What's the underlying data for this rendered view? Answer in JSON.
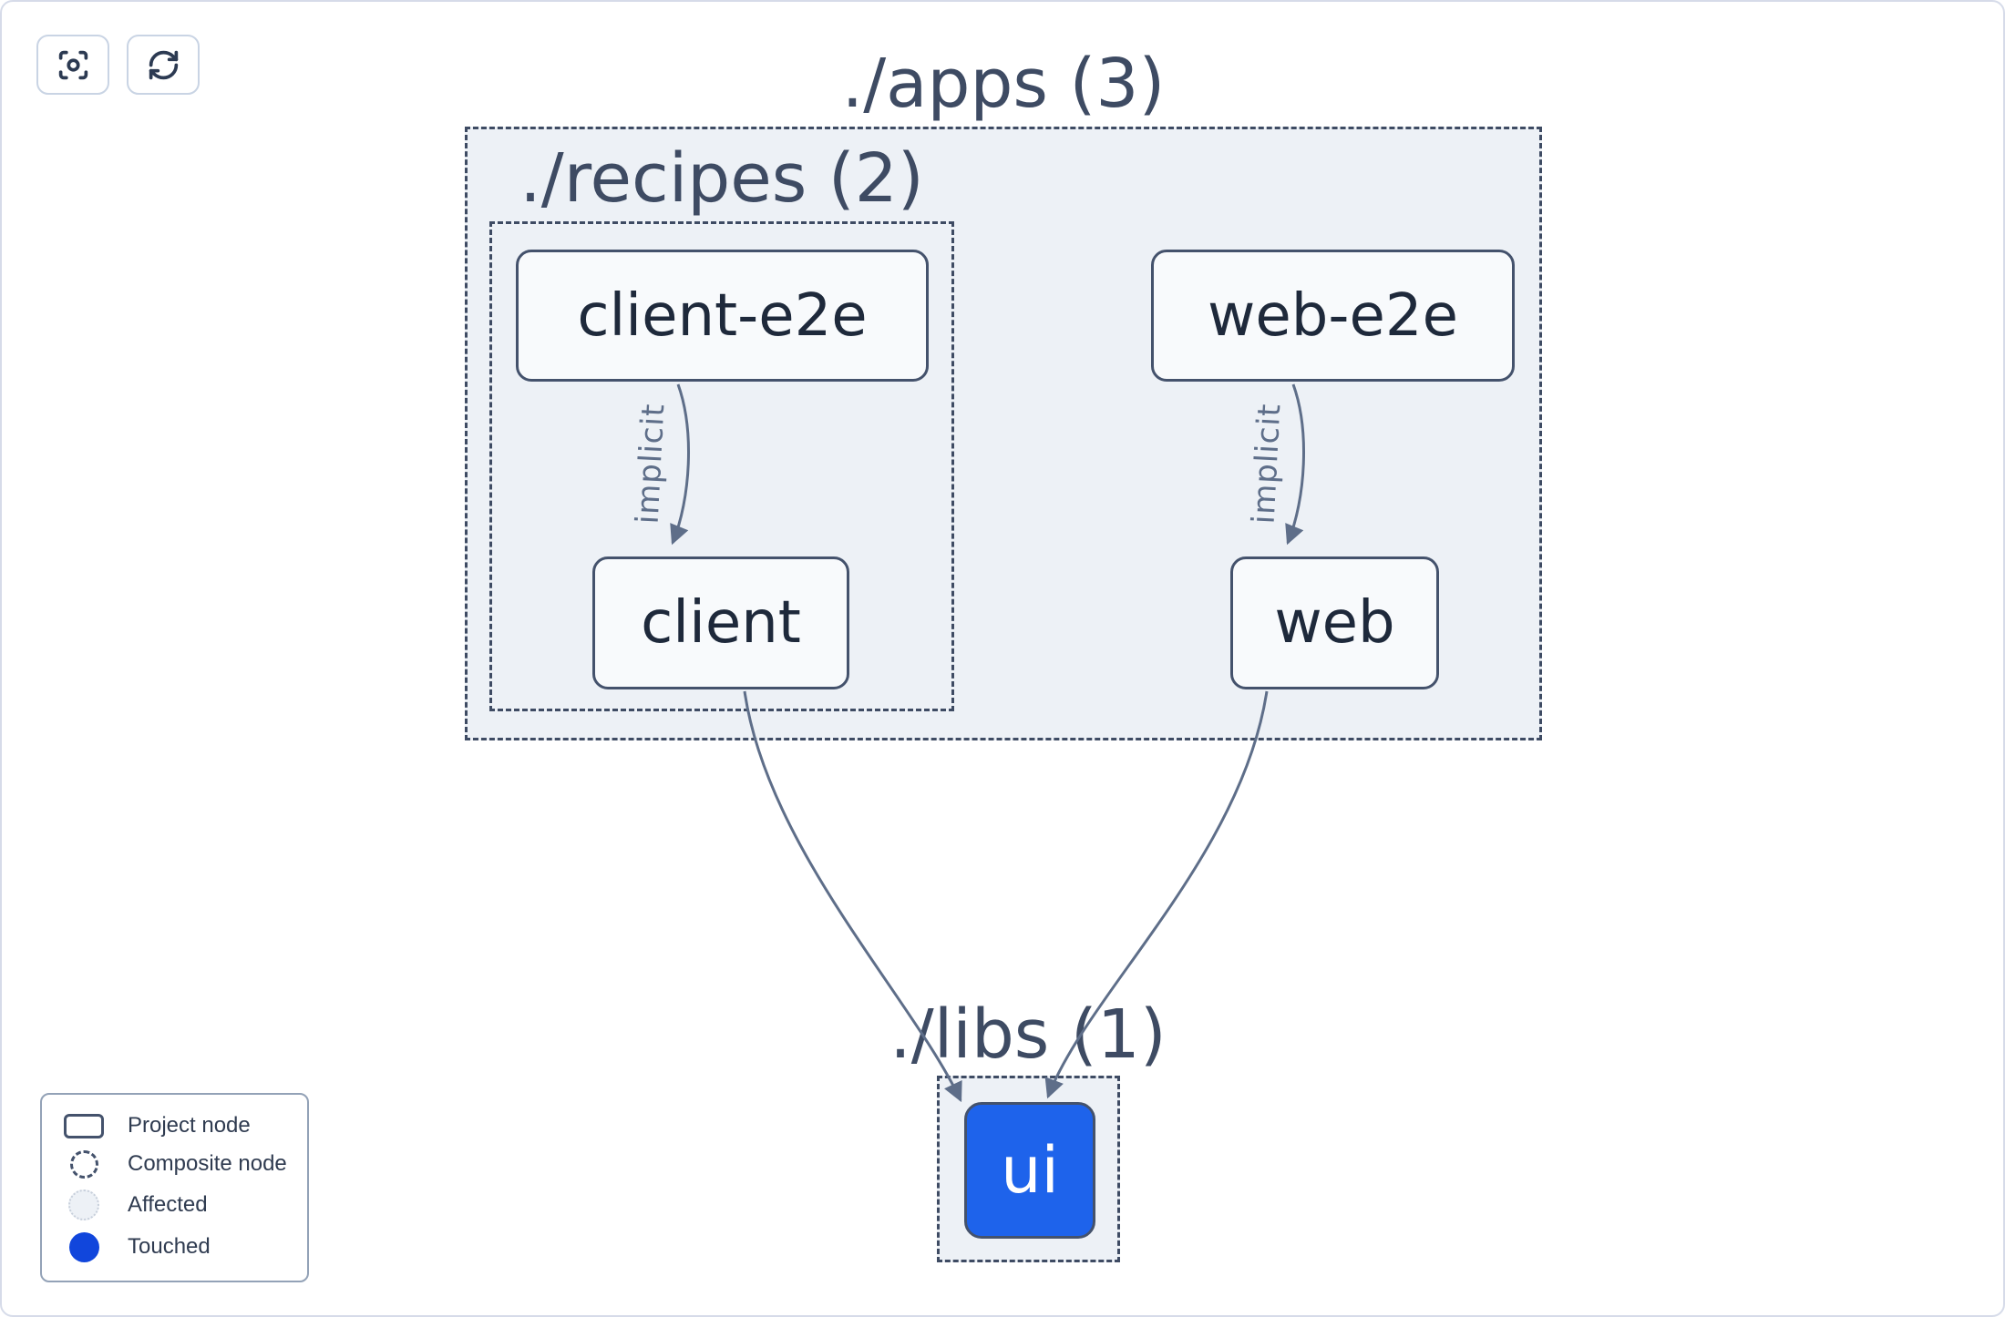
{
  "toolbar": {
    "buttons": [
      {
        "icon": "focus-icon",
        "action": "center-graph"
      },
      {
        "icon": "refresh-icon",
        "action": "refresh-graph"
      }
    ]
  },
  "graph": {
    "groups": [
      {
        "id": "apps",
        "label": "./apps (3)"
      },
      {
        "id": "recipes",
        "label": "./recipes (2)"
      },
      {
        "id": "libs",
        "label": "./libs (1)"
      }
    ],
    "nodes": [
      {
        "id": "client-e2e",
        "label": "client-e2e",
        "state": "default"
      },
      {
        "id": "web-e2e",
        "label": "web-e2e",
        "state": "default"
      },
      {
        "id": "client",
        "label": "client",
        "state": "default"
      },
      {
        "id": "web",
        "label": "web",
        "state": "default"
      },
      {
        "id": "ui",
        "label": "ui",
        "state": "touched"
      }
    ],
    "edges": [
      {
        "from": "client-e2e",
        "to": "client",
        "label": "implicit"
      },
      {
        "from": "web-e2e",
        "to": "web",
        "label": "implicit"
      },
      {
        "from": "client",
        "to": "ui",
        "label": ""
      },
      {
        "from": "web",
        "to": "ui",
        "label": ""
      }
    ]
  },
  "legend": {
    "items": [
      {
        "swatch": "project-node-swatch",
        "label": "Project node"
      },
      {
        "swatch": "composite-node-swatch",
        "label": "Composite node"
      },
      {
        "swatch": "affected-swatch",
        "label": "Affected"
      },
      {
        "swatch": "touched-swatch",
        "label": "Touched"
      }
    ]
  },
  "colors": {
    "canvas_border": "#d6dbe9",
    "group_fill": "#edf1f6",
    "dash_border": "#3e4b63",
    "group_label_text": "#3e4b63",
    "node_border": "#44526c",
    "node_fill": "#f8fafc",
    "node_text": "#1e293b",
    "edge_stroke": "#5e6e89",
    "edge_label_text": "#5e6e89",
    "touched_node_fill": "#1e63eb",
    "touched_node_text": "#ffffff",
    "touched_dot": "#1146dc",
    "affected_fill": "#edf1f6",
    "affected_dotted_border": "#c7cfdb",
    "legend_border": "#93a2b7",
    "legend_text": "#2f3b50",
    "button_border": "#c9d4e4",
    "icon_color": "#2c3a52"
  }
}
